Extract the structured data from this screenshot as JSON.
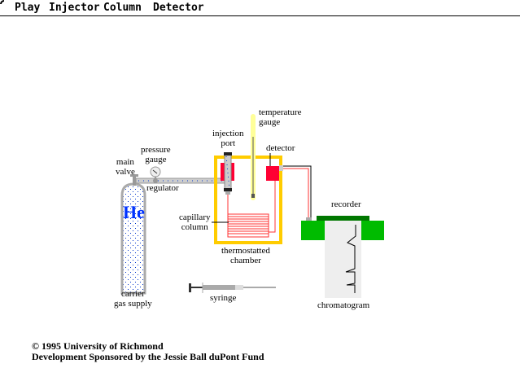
{
  "menu": {
    "items": [
      {
        "label": "Play"
      },
      {
        "label": "Injector"
      },
      {
        "label": "Column"
      },
      {
        "label": "Detector"
      }
    ]
  },
  "diagram": {
    "labels": {
      "main_valve": [
        "main",
        "valve"
      ],
      "pressure_gauge": [
        "pressure",
        "gauge"
      ],
      "regulator": "regulator",
      "gas_symbol": "He",
      "carrier_gas": [
        "carrier",
        "gas supply"
      ],
      "injection_port": [
        "injection",
        "port"
      ],
      "temperature_gauge": [
        "temperature",
        "gauge"
      ],
      "detector": "detector",
      "capillary_column": [
        "capillary",
        "column"
      ],
      "chamber": [
        "thermostatted",
        "chamber"
      ],
      "recorder": "recorder",
      "chromatogram": "chromatogram",
      "syringe": "syringe"
    },
    "colors": {
      "chamber": "#ffcc00",
      "detector": "#ff0033",
      "column": "#ff3333",
      "recorder": "#00bb00",
      "recorder_dark": "#007700",
      "gas_symbol": "#0033ff",
      "thermometer": "#ffff99"
    }
  },
  "footer": {
    "copyright": "© 1995 University of Richmond",
    "sponsor": "Development Sponsored by the Jessie Ball duPont Fund"
  }
}
